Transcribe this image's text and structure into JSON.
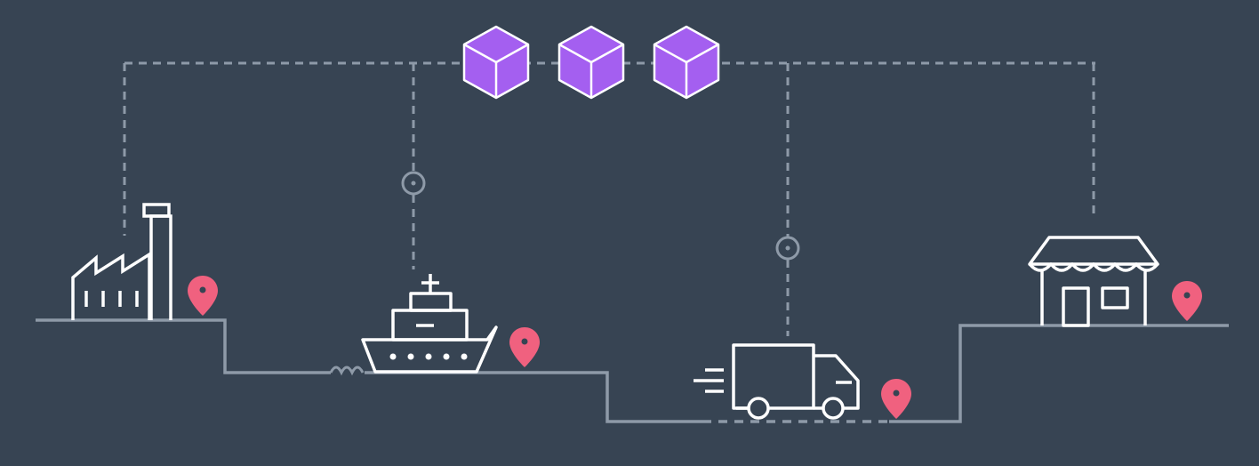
{
  "colors": {
    "background": "#374453",
    "connector": "#8e9aa8",
    "ground": "#8e9aa8",
    "icon_stroke": "#ffffff",
    "block_fill": "#a45ff0",
    "block_stroke": "#ffffff",
    "pin": "#f0617f"
  },
  "diagram": {
    "blocks": [
      {
        "name": "block-1",
        "icon": "cube-icon"
      },
      {
        "name": "block-2",
        "icon": "cube-icon"
      },
      {
        "name": "block-3",
        "icon": "cube-icon"
      }
    ],
    "nodes": [
      {
        "name": "factory",
        "icon": "factory-icon"
      },
      {
        "name": "ship",
        "icon": "ship-icon"
      },
      {
        "name": "truck",
        "icon": "truck-icon"
      },
      {
        "name": "store",
        "icon": "store-icon"
      }
    ],
    "pins": [
      "factory",
      "ship",
      "truck",
      "store"
    ],
    "pin_icon": "location-pin-icon"
  }
}
